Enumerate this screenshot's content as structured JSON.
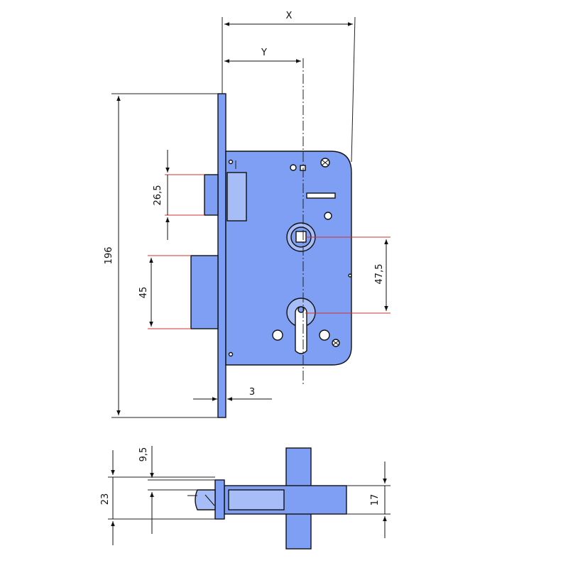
{
  "colors": {
    "body_fill": "#7e9ff4",
    "body_fill_light": "#a6bdf7",
    "hole_fill": "#ffffff",
    "line": "#111111",
    "accent_red": "#d23030"
  },
  "dimensions": {
    "x": "X",
    "y": "Y",
    "height_total": "196",
    "latch_height": "26,5",
    "bolt_height": "45",
    "center_distance": "47,5",
    "faceplate_thickness": "3",
    "key_offset": "9,5",
    "key_height": "23",
    "shaft_height": "17"
  }
}
